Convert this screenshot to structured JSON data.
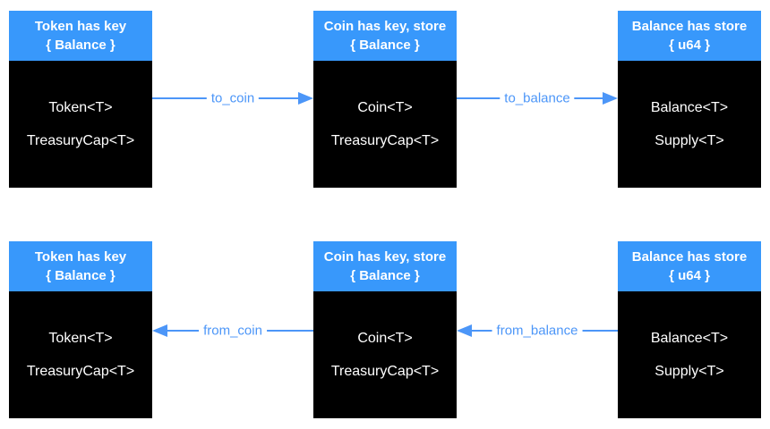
{
  "diagram": {
    "colors": {
      "header_bg": "#3898fb",
      "header_text": "#ffffff",
      "body_bg": "#000000",
      "body_text": "#ffffff",
      "arrow": "#4c96f8"
    },
    "rows": [
      {
        "boxes": [
          {
            "title_line1": "Token has key",
            "title_line2": "{ Balance }",
            "fields": [
              "Token<T>",
              "TreasuryCap<T>"
            ]
          },
          {
            "title_line1": "Coin has key, store",
            "title_line2": "{ Balance }",
            "fields": [
              "Coin<T>",
              "TreasuryCap<T>"
            ]
          },
          {
            "title_line1": "Balance has store",
            "title_line2": "{ u64 }",
            "fields": [
              "Balance<T>",
              "Supply<T>"
            ]
          }
        ],
        "arrows": [
          {
            "label": "to_coin",
            "direction": "right"
          },
          {
            "label": "to_balance",
            "direction": "right"
          }
        ]
      },
      {
        "boxes": [
          {
            "title_line1": "Token has key",
            "title_line2": "{ Balance }",
            "fields": [
              "Token<T>",
              "TreasuryCap<T>"
            ]
          },
          {
            "title_line1": "Coin has key, store",
            "title_line2": "{ Balance }",
            "fields": [
              "Coin<T>",
              "TreasuryCap<T>"
            ]
          },
          {
            "title_line1": "Balance has store",
            "title_line2": "{ u64 }",
            "fields": [
              "Balance<T>",
              "Supply<T>"
            ]
          }
        ],
        "arrows": [
          {
            "label": "from_coin",
            "direction": "left"
          },
          {
            "label": "from_balance",
            "direction": "left"
          }
        ]
      }
    ]
  }
}
